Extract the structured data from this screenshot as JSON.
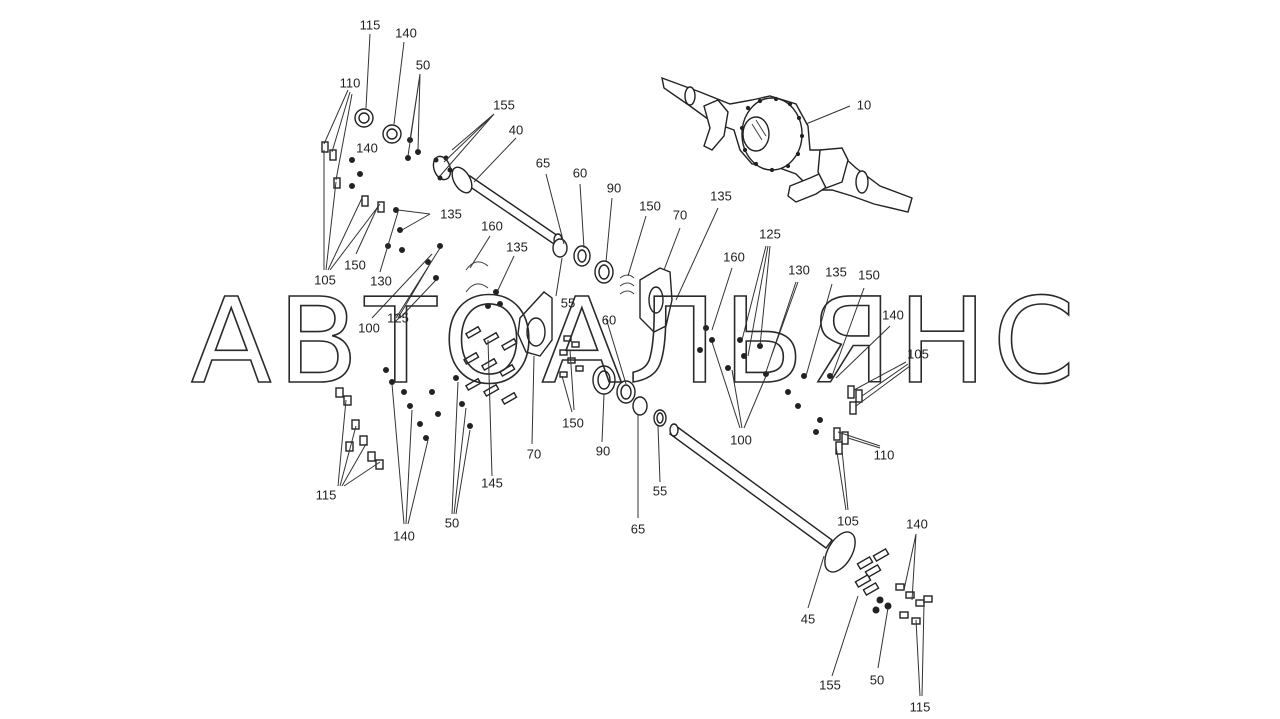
{
  "watermark": "АВТОАЛЬЯНС",
  "callouts": [
    "115",
    "140",
    "50",
    "110",
    "155",
    "40",
    "140",
    "135",
    "150",
    "130",
    "105",
    "160",
    "135",
    "65",
    "60",
    "90",
    "150",
    "70",
    "135",
    "125",
    "100",
    "125",
    "160",
    "130",
    "135",
    "150",
    "55",
    "60",
    "140",
    "105",
    "100",
    "110",
    "115",
    "140",
    "50",
    "145",
    "70",
    "150",
    "90",
    "55",
    "65",
    "105",
    "45",
    "140",
    "155",
    "50",
    "115",
    "10"
  ]
}
